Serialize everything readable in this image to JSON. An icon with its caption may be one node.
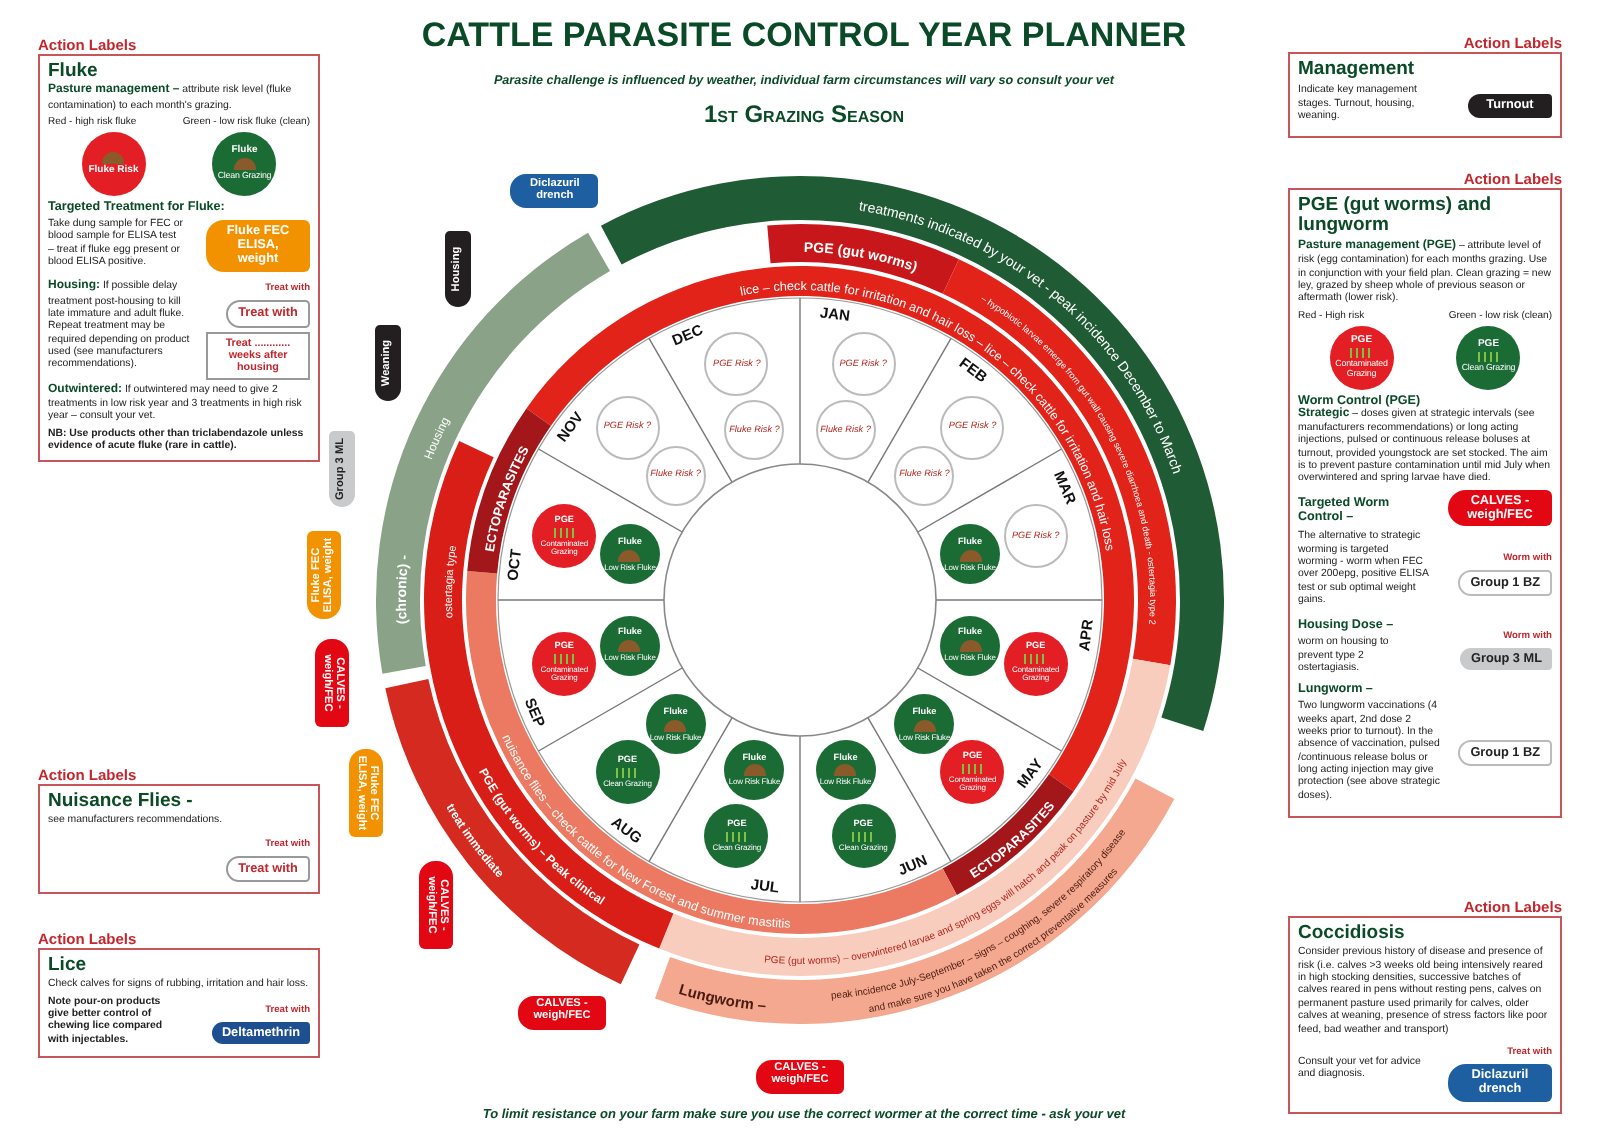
{
  "diagram": {
    "title": "CATTLE PARASITE CONTROL YEAR PLANNER",
    "nodes": [
      {
        "text": [
          "Action Labels",
          "Fluke",
          "**Pasture management –** attribute risk level (fluke contamination) to each month's grazing.",
          "Red - high risk fluke",
          "Green - low risk fluke (clean)",
          "Targeted Treatment for Fluke:",
          "Take dung sample for FEC or blood sample for ELISA test – treat if fluke egg present or blood ELISA positive.",
          "**Housing:** If possible delay treatment post-housing to kill late immature and adult fluke. Repeat treatment may be required depending on product used (see manufacturers recommendations).",
          "**Outwintered:** If outwintered may need to give 2 treatments in low risk year and 3 treatments in high risk year – consult your vet.",
          "NB: Use products other than triclabendazole unless evidence of acute fluke (rare in cattle)."
        ]
      },
      {
        "text": [
          "Fluke Risk"
        ],
        "in": 0
      },
      {
        "text": [
          "Fluke",
          "Clean Grazing"
        ],
        "in": 0
      },
      {
        "text": [
          "Fluke FEC ELISA, weight"
        ],
        "in": 0
      },
      {
        "text": [
          "Treat with"
        ],
        "beside": [
          "Treat with"
        ],
        "in": 0
      },
      {
        "text": [
          "Treat ............ weeks after housing"
        ],
        "in": 0
      },
      {
        "text": [
          "Action Labels",
          "Nuisance Flies -",
          "see manufacturers recommendations."
        ]
      },
      {
        "text": [
          "Treat with"
        ],
        "beside": [
          "Treat with"
        ],
        "in": 6
      },
      {
        "text": [
          "Action Labels",
          "Lice",
          "Check calves for signs of rubbing, irritation and hair loss.",
          "Note pour-on products give better control of chewing lice compared with injectables."
        ]
      },
      {
        "text": [
          "Deltamethrin"
        ],
        "beside": [
          "Treat with"
        ],
        "in": 8
      },
      {
        "text": [
          "Action Labels",
          "Management",
          "Indicate key management stages. Turnout, housing, weaning."
        ]
      },
      {
        "text": [
          "Turnout"
        ],
        "in": 10
      },
      {
        "text": [
          "Action Labels",
          "PGE (gut worms) and lungworm",
          "**Pasture management (PGE)** – attribute level of risk (egg contamination) for each months grazing. Use in conjunction with your field plan. Clean grazing = new ley, grazed by sheep whole of previous season or aftermath (lower risk).",
          "Red - High risk",
          "Green - low risk (clean)",
          "Worm Control (PGE)",
          "**Strategic** – doses given at strategic intervals (see manufacturers recommendations) or long acting injections, pulsed or continuous release boluses at turnout, provided youngstock are set stocked. The aim is to prevent pasture contamination until mid July when overwintered and spring larvae have died.",
          "Targeted Worm Control –",
          "The alternative to strategic worming is targeted worming - worm when FEC over 200epg, positive ELISA test or sub optimal weight gains.",
          "Housing Dose –",
          "worm on housing to prevent type 2 ostertagiasis.",
          "Lungworm –",
          "Two lungworm vaccinations (4 weeks apart, 2nd dose 2 weeks prior to turnout). In the absence of vaccination, pulsed /continuous release bolus or long acting injection may give protection (see above strategic doses)."
        ]
      },
      {
        "text": [
          "PGE",
          "Contaminated Grazing"
        ],
        "in": 12
      },
      {
        "text": [
          "PGE",
          "Clean Grazing"
        ],
        "in": 12
      },
      {
        "text": [
          "CALVES - weigh/FEC"
        ],
        "in": 12
      },
      {
        "text": [
          "Group 1 BZ"
        ],
        "beside": [
          "Worm with"
        ],
        "in": 12
      },
      {
        "text": [
          "Group 3 ML"
        ],
        "beside": [
          "Worm with"
        ],
        "in": 12
      },
      {
        "text": [
          "Group 1 BZ"
        ],
        "in": 12
      },
      {
        "text": [
          "Action Labels",
          "Coccidiosis",
          "Consider previous history of disease and presence of risk (i.e. calves >3 weeks old being intensively reared in high stocking densities, successive batches of calves reared in pens without resting pens, calves on permanent pasture used primarily for calves, older calves at weaning, presence of stress factors like poor feed, bad weather and transport)",
          "Consult your vet for advice and diagnosis."
        ]
      },
      {
        "text": [
          "Diclazuril drench"
        ],
        "beside": [
          "Treat with"
        ],
        "in": 19
      },
      {
        "text": [
          "Group 3 ML"
        ]
      },
      {
        "text": [
          "Weaning"
        ]
      },
      {
        "text": [
          "Housing"
        ]
      },
      {
        "text": [
          "Diclazuril drench"
        ]
      },
      {
        "text": [
          "Fluke FEC ELISA, weight"
        ]
      },
      {
        "text": [
          "CALVES - weigh/FEC"
        ]
      },
      {
        "text": [
          "Fluke FEC ELISA, weight"
        ]
      },
      {
        "text": [
          "CALVES - weigh/FEC"
        ]
      },
      {
        "text": [
          "CALVES - weigh/FEC"
        ]
      },
      {
        "text": [
          "CALVES - weigh/FEC"
        ]
      },
      {
        "text": [
          "PGE Risk ?"
        ]
      },
      {
        "text": [
          "Fluke Risk ?"
        ]
      },
      {
        "text": [
          "PGE Risk ?"
        ]
      },
      {
        "text": [
          "Fluke Risk ?"
        ]
      },
      {
        "text": [
          "PGE Risk ?"
        ]
      },
      {
        "text": [
          "Fluke",
          "Low Risk Fluke"
        ]
      },
      {
        "text": [
          "PGE",
          "Contaminated Grazing"
        ]
      },
      {
        "text": [
          "Fluke",
          "Low Risk Fluke"
        ]
      },
      {
        "text": [
          "PGE",
          "Contaminated Grazing"
        ]
      },
      {
        "text": [
          "Fluke",
          "Low Risk Fluke"
        ]
      },
      {
        "text": [
          "PGE",
          "Clean Grazing"
        ]
      },
      {
        "text": [
          "Fluke",
          "Low Risk Fluke"
        ]
      },
      {
        "text": [
          "PGE",
          "Clean Grazing"
        ]
      },
      {
        "text": [
          "Fluke",
          "Low Risk Fluke"
        ]
      },
      {
        "text": [
          "PGE",
          "Clean Grazing"
        ]
      },
      {
        "text": [
          "Fluke",
          "Low Risk Fluke"
        ]
      },
      {
        "text": [
          "PGE",
          "Contaminated Grazing"
        ]
      },
      {
        "text": [
          "Fluke",
          "Low Risk Fluke"
        ]
      },
      {
        "text": [
          "PGE",
          "Contaminated Grazing"
        ]
      },
      {
        "text": [
          "Fluke",
          "Low Risk Fluke"
        ]
      },
      {
        "text": [
          "PGE Risk ?"
        ]
      },
      {
        "text": [
          "Fluke Risk ?"
        ]
      },
      {
        "text": [
          "PGE Risk ?"
        ]
      },
      {
        "text": [
          "Fluke Risk ?"
        ]
      }
    ],
    "labels": [
      "Parasite challenge is influenced by weather, individual farm circumstances will vary so consult your vet",
      "1st Grazing Season",
      "JAN",
      "FEB",
      "MAR",
      "APR",
      "MAY",
      "JUN",
      "JUL",
      "AUG",
      "SEP",
      "OCT",
      "NOV",
      "DEC",
      "ECTOPARASITES",
      "lice – check cattle for irritation and hair loss – lice – check cattle for irritation and hair loss",
      "ECTOPARASITES",
      "nuisance flies – check cattle for New Forest and summer mastitis",
      "PGE (gut worms)",
      "– hypobiotic larvae emerge from gut wall causing severe diarrhoea and death - ostertagia type 2",
      "PGE (gut worms) – overwintered larvae and spring eggs will hatch and peak on pasture by mid July",
      "PGE (gut worms) – Peak clinical",
      "ostertagia type",
      "treat immediate",
      "(chronic) -",
      "treatments indicated by your vet - peak incidence December to March",
      "Housing",
      "Lungworm –",
      "peak incidence July-September – signs – coughing, severe respiratory disease",
      "and make sure you have taken the correct preventative measures",
      "To limit resistance on your farm make sure you use the correct wormer at the correct time - ask your vet"
    ]
  }
}
